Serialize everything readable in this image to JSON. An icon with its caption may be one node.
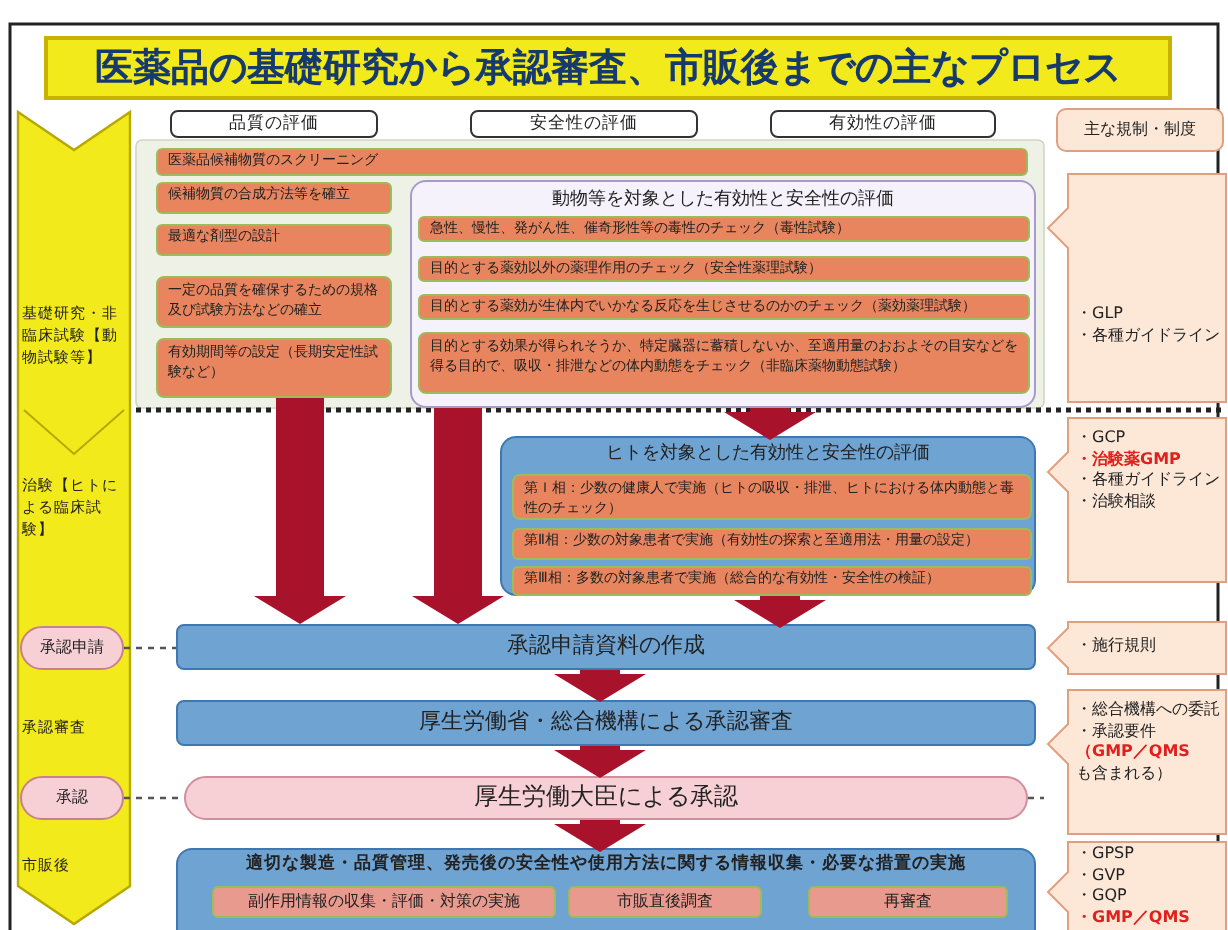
{
  "diagram": {
    "title": "医薬品の基礎研究から承認審査、市販後までの主なプロセス",
    "nodes": [
      {
        "text": [
          "基礎研究・非臨床試験【動物試験等】",
          "治験【ヒトによる臨床試験】",
          "承認審査",
          "市販後"
        ]
      },
      {
        "text": [
          "承認申請"
        ],
        "in": 0
      },
      {
        "text": [
          "承認"
        ],
        "in": 0
      },
      {
        "text": [
          "品質の評価"
        ]
      },
      {
        "text": [
          "安全性の評価"
        ]
      },
      {
        "text": [
          "有効性の評価"
        ]
      },
      {
        "text": [
          "主な規制・制度"
        ]
      },
      {
        "text": [
          "医薬品候補物質のスクリーニング"
        ]
      },
      {
        "text": [
          "候補物質の合成方法等を確立"
        ]
      },
      {
        "text": [
          "最適な剤型の設計"
        ]
      },
      {
        "text": [
          "一定の品質を確保するための規格及び試験方法などの確立"
        ]
      },
      {
        "text": [
          "有効期間等の設定（長期安定性試験など）"
        ]
      },
      {
        "text": [
          "動物等を対象とした有効性と安全性の評価"
        ]
      },
      {
        "text": [
          "急性、慢性、発がん性、催奇形性等の毒性のチェック（毒性試験）"
        ],
        "in": 12
      },
      {
        "text": [
          "目的とする薬効以外の薬理作用のチェック（安全性薬理試験）"
        ],
        "in": 12
      },
      {
        "text": [
          "目的とする薬効が生体内でいかなる反応を生じさせるのかのチェック（薬効薬理試験）"
        ],
        "in": 12
      },
      {
        "text": [
          "目的とする効果が得られそうか、特定臓器に蓄積しないか、至適用量のおおよその目安などを得る目的で、吸収・排泄などの体内動態をチェック（非臨床薬物動態試験）"
        ],
        "in": 12
      },
      {
        "text": [
          "ヒトを対象とした有効性と安全性の評価"
        ]
      },
      {
        "text": [
          "第Ｉ相：少数の健康人で実施（ヒトの吸収・排泄、ヒトにおける体内動態と毒性のチェック）"
        ],
        "in": 17
      },
      {
        "text": [
          "第Ⅱ相：少数の対象患者で実施（有効性の探索と至適用法・用量の設定）"
        ],
        "in": 17
      },
      {
        "text": [
          "第Ⅲ相：多数の対象患者で実施（総合的な有効性・安全性の検証）"
        ],
        "in": 17
      },
      {
        "text": [
          "承認申請資料の作成"
        ]
      },
      {
        "text": [
          "厚生労働省・総合機構による承認審査"
        ]
      },
      {
        "text": [
          "厚生労働大臣による承認"
        ]
      },
      {
        "text": [
          "適切な製造・品質管理、発売後の安全性や使用方法に関する情報収集・必要な措置の実施"
        ]
      },
      {
        "text": [
          "副作用情報の収集・評価・対策の実施"
        ],
        "in": 24
      },
      {
        "text": [
          "市販直後調査"
        ],
        "in": 24
      },
      {
        "text": [
          "再審査"
        ],
        "in": 24
      },
      {
        "text": [
          "・GLP",
          "・各種ガイドライン"
        ]
      },
      {
        "text": [
          "・GCP",
          "・治験薬GMP",
          "・各種ガイドライン",
          "・治験相談"
        ]
      },
      {
        "text": [
          "・施行規則"
        ]
      },
      {
        "text": [
          "・総合機構への委託",
          "・承認要件",
          "（GMP／QMS",
          "も含まれる）"
        ]
      },
      {
        "text": [
          "・GPSP",
          "・GVP",
          "・GQP",
          "・GMP／QMS"
        ]
      }
    ],
    "edges": [
      {
        "from": 11,
        "to": 21,
        "arrow": "to"
      },
      {
        "from": 12,
        "to": 21,
        "arrow": "to"
      },
      {
        "from": 12,
        "to": 17,
        "arrow": "to"
      },
      {
        "from": 17,
        "to": 21,
        "arrow": "to"
      },
      {
        "from": 21,
        "to": 22,
        "arrow": "to"
      },
      {
        "from": 22,
        "to": 23,
        "arrow": "to"
      },
      {
        "from": 23,
        "to": 24,
        "arrow": "to"
      },
      {
        "from": 1,
        "to": 21,
        "arrow": "none",
        "style": "dashed"
      },
      {
        "from": 2,
        "to": 23,
        "arrow": "none",
        "style": "dashed"
      },
      {
        "from": 23,
        "to": 31,
        "arrow": "none",
        "style": "dashed"
      }
    ]
  }
}
